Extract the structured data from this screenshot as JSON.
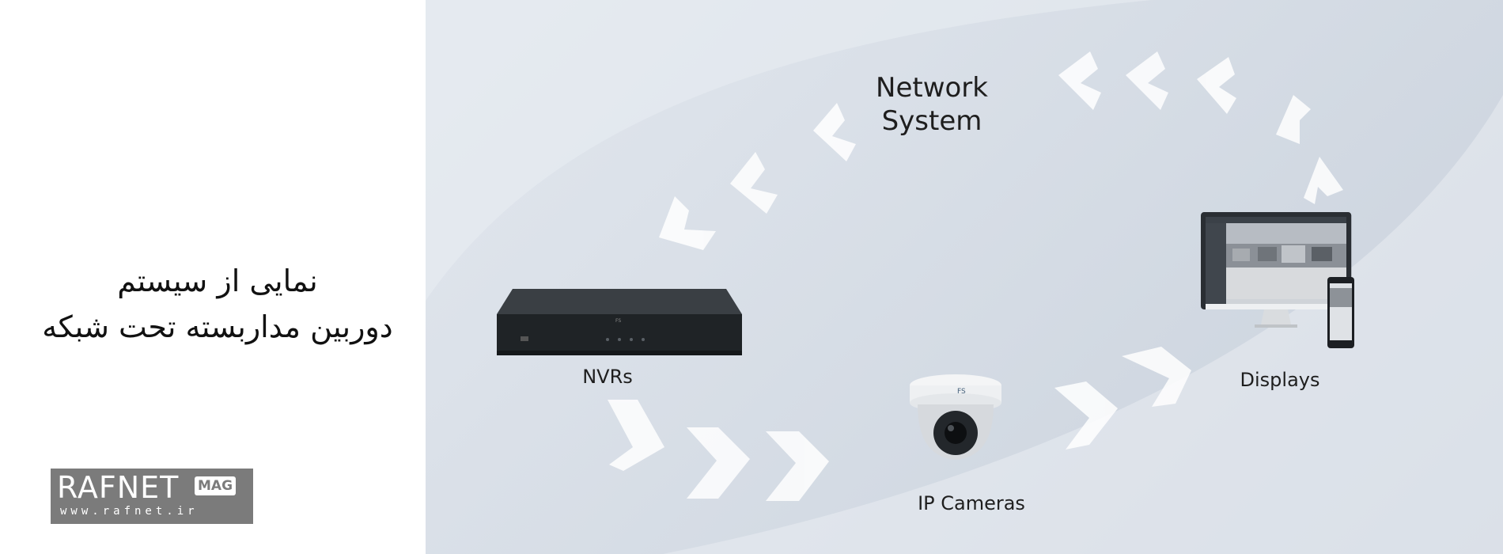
{
  "caption": {
    "line1": "نمایی از سیستم",
    "line2": "دوربین مداربسته تحت شبکه"
  },
  "logo": {
    "main": "RAFNET",
    "badge": "MAG",
    "url": "www.rafnet.ir"
  },
  "diagram": {
    "title_line1": "Network",
    "title_line2": "System",
    "labels": {
      "nvr": "NVRs",
      "camera": "IP Cameras",
      "displays": "Displays"
    },
    "camera_brand": "FS"
  },
  "colors": {
    "background": "#d4dbe4",
    "arrow": "#ffffff",
    "device_dark": "#1f2326",
    "logo_gray": "#7b7b7b"
  }
}
